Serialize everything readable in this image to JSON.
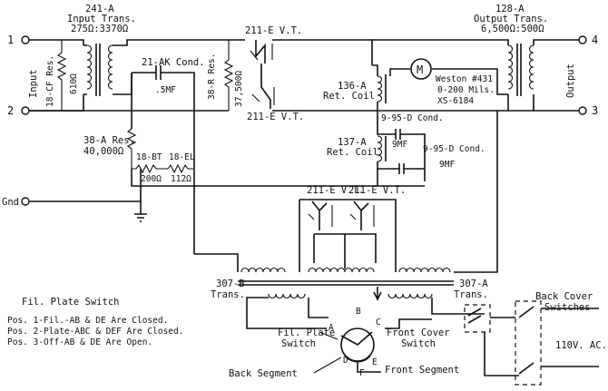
{
  "terminals": {
    "t1": "1",
    "t2": "2",
    "t3": "3",
    "t4": "4",
    "input": "Input",
    "output": "Output",
    "gnd": "Gnd"
  },
  "components": {
    "input_trans": [
      "241-A",
      "Input Trans.",
      "275Ω:3370Ω"
    ],
    "output_trans": [
      "128-A",
      "Output Trans.",
      "6,500Ω:500Ω"
    ],
    "cf_res": [
      "18-CF Res.",
      "610Ω"
    ],
    "ak_cond": [
      "21-AK Cond.",
      ".5MF"
    ],
    "r_res": [
      "38-R Res.",
      "37,500Ω"
    ],
    "vt_top": "211-E V.T.",
    "vt_bottom": "211-E V.T.",
    "ret_coil_136": [
      "136-A",
      "Ret. Coil"
    ],
    "meter": [
      "M",
      "Weston #431",
      "0-200 Mils.",
      "XS-6184"
    ],
    "cond_95d_top": [
      "9-95-D Cond.",
      "9MF"
    ],
    "ret_coil_137": [
      "137-A",
      "Ret. Coil"
    ],
    "cond_95d_bottom": [
      "9-95-D Cond.",
      "9MF"
    ],
    "a_res": [
      "38-A Res.",
      "40,000Ω"
    ],
    "bt_res": [
      "18-BT",
      "200Ω"
    ],
    "el_res": [
      "18-EL",
      "112Ω"
    ],
    "vt_pair": [
      "211-E V.T.",
      "211-E V.T."
    ],
    "trans_307b": [
      "307-B",
      "Trans."
    ],
    "trans_307a": [
      "307-A",
      "Trans."
    ]
  },
  "switches": {
    "fil_plate": [
      "Fil. Plate",
      "Switch"
    ],
    "front_cover": [
      "Front Cover",
      "Switch"
    ],
    "back_cover": [
      "Back Cover",
      "Switches"
    ],
    "supply": "110V. AC.",
    "back_segment": "Back Segment",
    "front_segment": "Front Segment",
    "contacts": [
      "A",
      "B",
      "C",
      "D",
      "E",
      "F"
    ]
  },
  "legend": {
    "title": "Fil. Plate Switch",
    "lines": [
      "Pos. 1-Fil.-AB & DE Are Closed.",
      "Pos. 2-Plate-ABC & DEF Are Closed.",
      "Pos. 3-Off-AB & DE Are Open."
    ]
  }
}
